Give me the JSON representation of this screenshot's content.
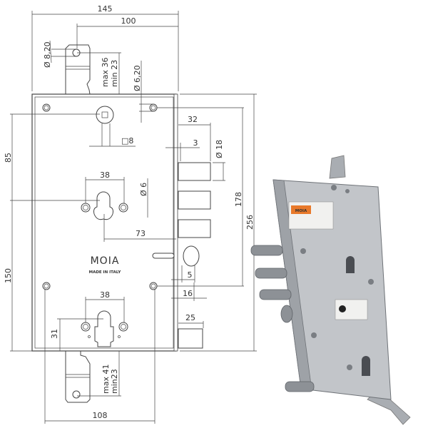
{
  "drawing": {
    "brand": "MOIA",
    "made_in": "MADE IN ITALY",
    "dims": {
      "overall_width": "145",
      "top_tongue_offset": "100",
      "tongue_hole_top": "Ø 8,20",
      "top_tongue_max": "max 36",
      "top_tongue_min": "min 23",
      "screw_hole": "Ø 6,20",
      "bolt_projection": "32",
      "faceplate": "3",
      "bolt_diameter": "Ø 18",
      "follower_square": "□8",
      "backset_upper": "85",
      "cylinder_spacing_upper": "38",
      "cylinder_hole": "Ø 6",
      "center_to_face": "73",
      "height_holes": "178",
      "height_overall": "256",
      "backset_lower": "150",
      "latch_5": "5",
      "latch_16": "16",
      "cylinder_spacing_lower": "38",
      "deadbolt_projection": "25",
      "lower_cylinder_offset": "31",
      "bottom_tongue_max": "max 41",
      "bottom_tongue_min": "min23",
      "holes_spacing": "108"
    }
  },
  "photo": {
    "logo": "MOIA"
  },
  "colors": {
    "line": "#444444",
    "plate": "#b9bcc0",
    "sticker": "#e8792a"
  }
}
